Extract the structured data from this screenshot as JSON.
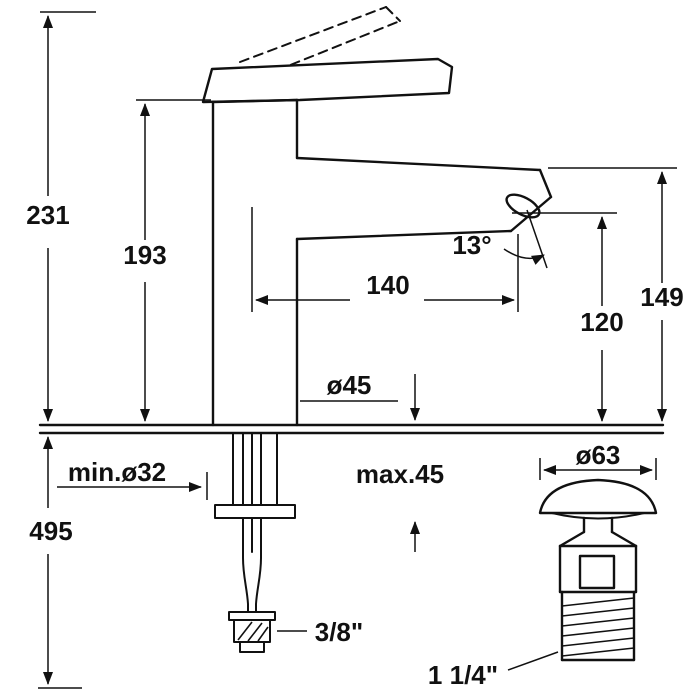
{
  "labels": {
    "total_height": "231",
    "body_height": "193",
    "stream_angle": "13°",
    "spout_reach": "140",
    "outlet_height": "120",
    "spout_top_height": "149",
    "base_diameter": "ø45",
    "min_hole_diameter": "min.ø32",
    "max_deck_thickness": "max.45",
    "below_deck_length": "495",
    "supply_connection": "3/8\"",
    "waste_cap_diameter": "ø63",
    "waste_connection": "1 1/4\""
  },
  "colors": {
    "line": "#111111",
    "background": "#ffffff"
  }
}
